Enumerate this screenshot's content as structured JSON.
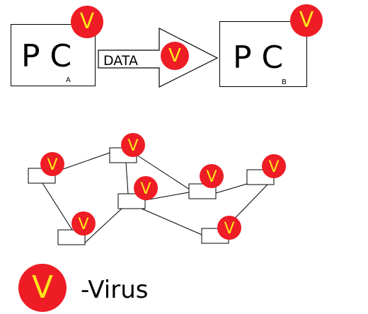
{
  "top": {
    "pc_a": {
      "label": "P C",
      "sub": "A"
    },
    "pc_b": {
      "label": "P C",
      "sub": "B"
    },
    "arrow_label": "DATA"
  },
  "virus_symbol": "V",
  "legend": {
    "symbol": "V",
    "text": "-Virus"
  },
  "colors": {
    "virus_fill": "#ee1c25",
    "virus_letter": "#ffe61a",
    "line": "#000000"
  },
  "network": {
    "nodes": [
      {
        "id": "n1",
        "name": "left"
      },
      {
        "id": "n2",
        "name": "top-center"
      },
      {
        "id": "n3",
        "name": "center"
      },
      {
        "id": "n4",
        "name": "bottom-left"
      },
      {
        "id": "n5",
        "name": "mid-right"
      },
      {
        "id": "n6",
        "name": "top-right"
      },
      {
        "id": "n7",
        "name": "bottom-right"
      }
    ],
    "edges": [
      [
        "n1",
        "n2"
      ],
      [
        "n1",
        "n4"
      ],
      [
        "n2",
        "n3"
      ],
      [
        "n2",
        "n5"
      ],
      [
        "n3",
        "n4"
      ],
      [
        "n3",
        "n5"
      ],
      [
        "n3",
        "n7"
      ],
      [
        "n5",
        "n6"
      ],
      [
        "n6",
        "n7"
      ]
    ]
  }
}
